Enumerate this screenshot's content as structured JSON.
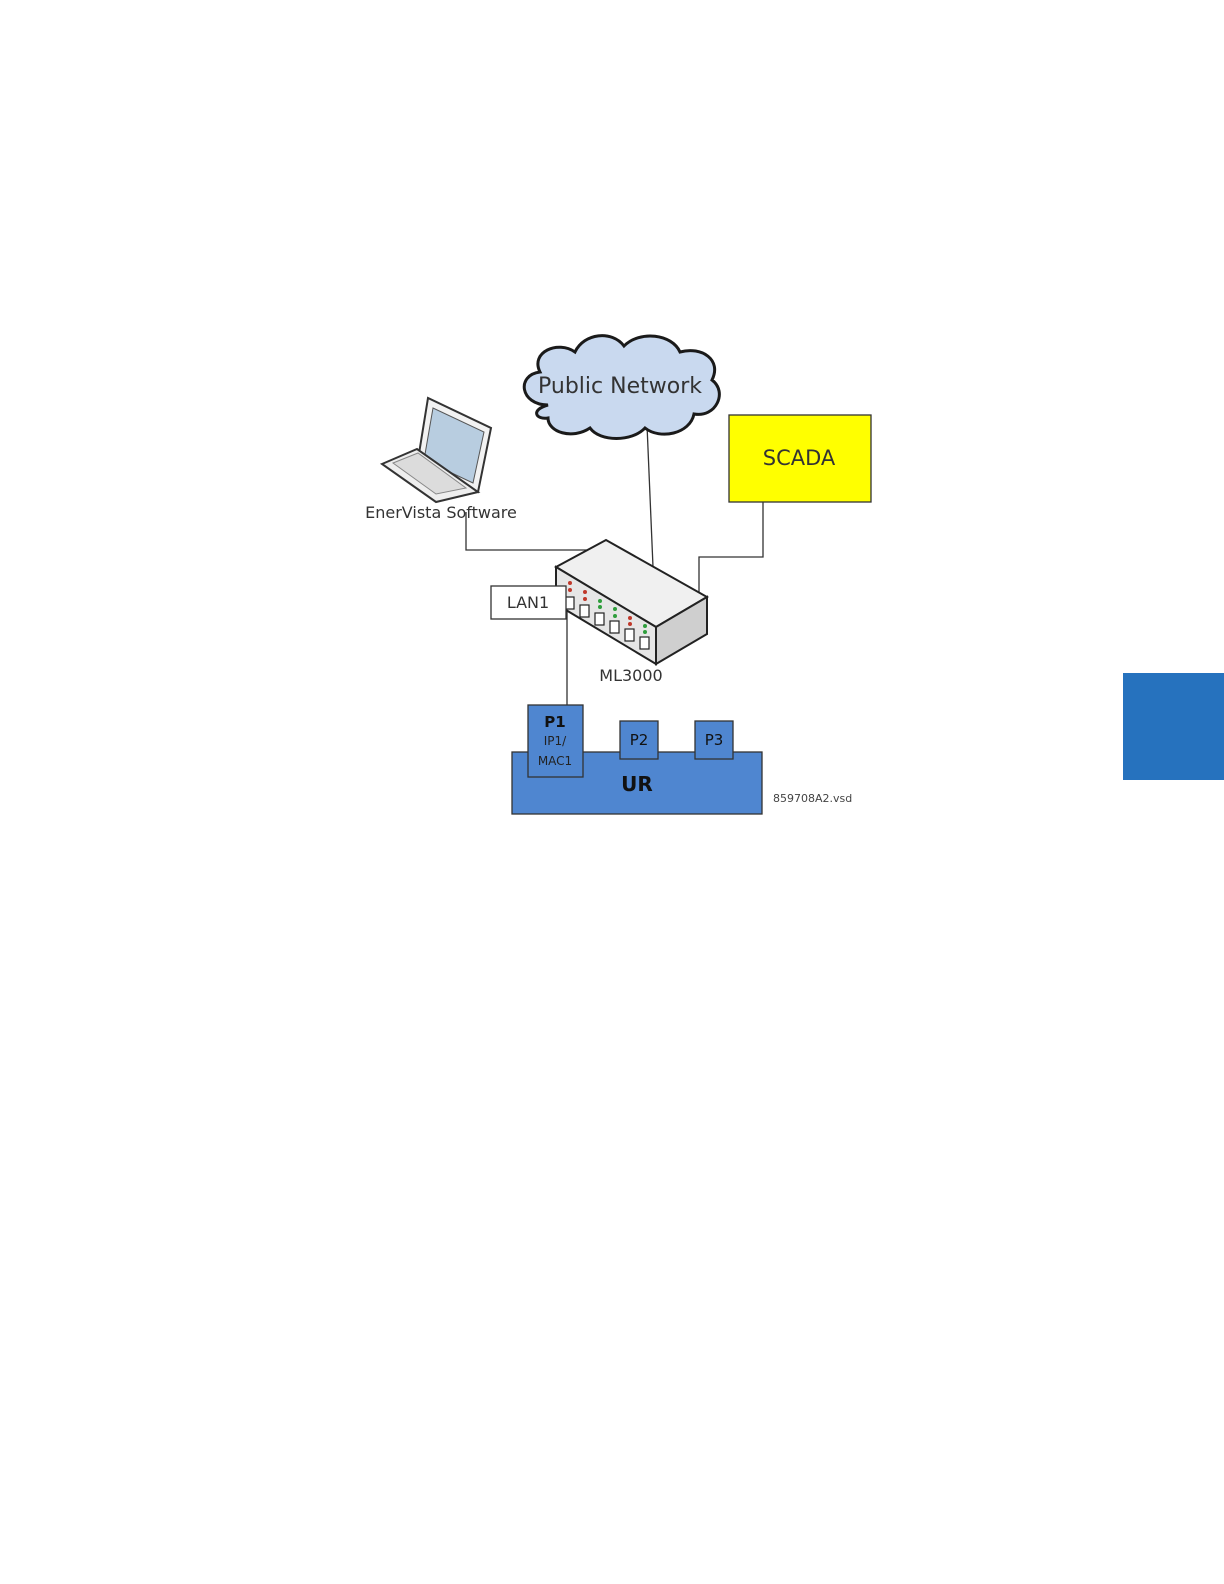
{
  "diagram": {
    "nodes": {
      "public_network": {
        "label": "Public Network",
        "fill": "#c9d9ef"
      },
      "laptop": {
        "label": "EnerVista Software"
      },
      "scada": {
        "label": "SCADA",
        "fill": "#ffff00"
      },
      "switch": {
        "label": "ML3000"
      },
      "lan": {
        "label": "LAN1"
      },
      "ur": {
        "label": "UR",
        "fill": "#4f86d0"
      },
      "ports": [
        {
          "label": "P1",
          "sub1": "IP1/",
          "sub2": "MAC1"
        },
        {
          "label": "P2"
        },
        {
          "label": "P3"
        }
      ]
    },
    "file_ref": "859708A2.vsd"
  },
  "side_tab": {
    "color": "#2672be"
  }
}
